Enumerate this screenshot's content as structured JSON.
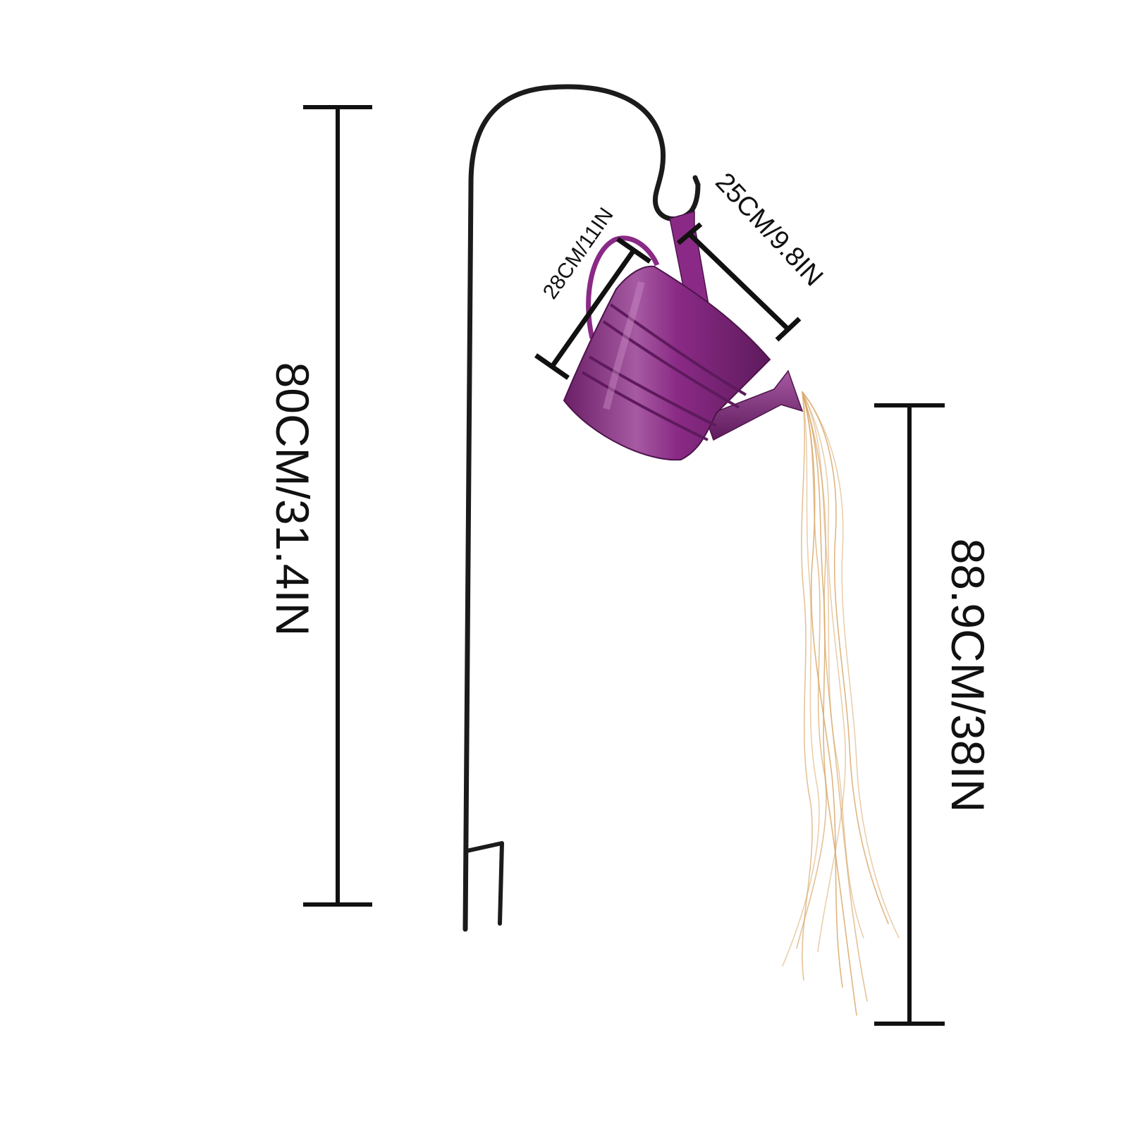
{
  "colors": {
    "background": "#ffffff",
    "dimension_line": "#111111",
    "stake": "#1b1b1b",
    "can": "#8a2a86",
    "can_light": "#b565b0",
    "can_dark": "#5e1a5c",
    "lights": "#d9a86a"
  },
  "dimensions": {
    "stake_height": "80CM/31.4IN",
    "lights_length": "88.9CM/38IN",
    "can_height": "28CM/11IN",
    "can_width": "25CM/9.8IN"
  },
  "product": {
    "stake": "shepherd-hook-stake",
    "can": "watering-can",
    "lights": "fairy-string-lights"
  }
}
